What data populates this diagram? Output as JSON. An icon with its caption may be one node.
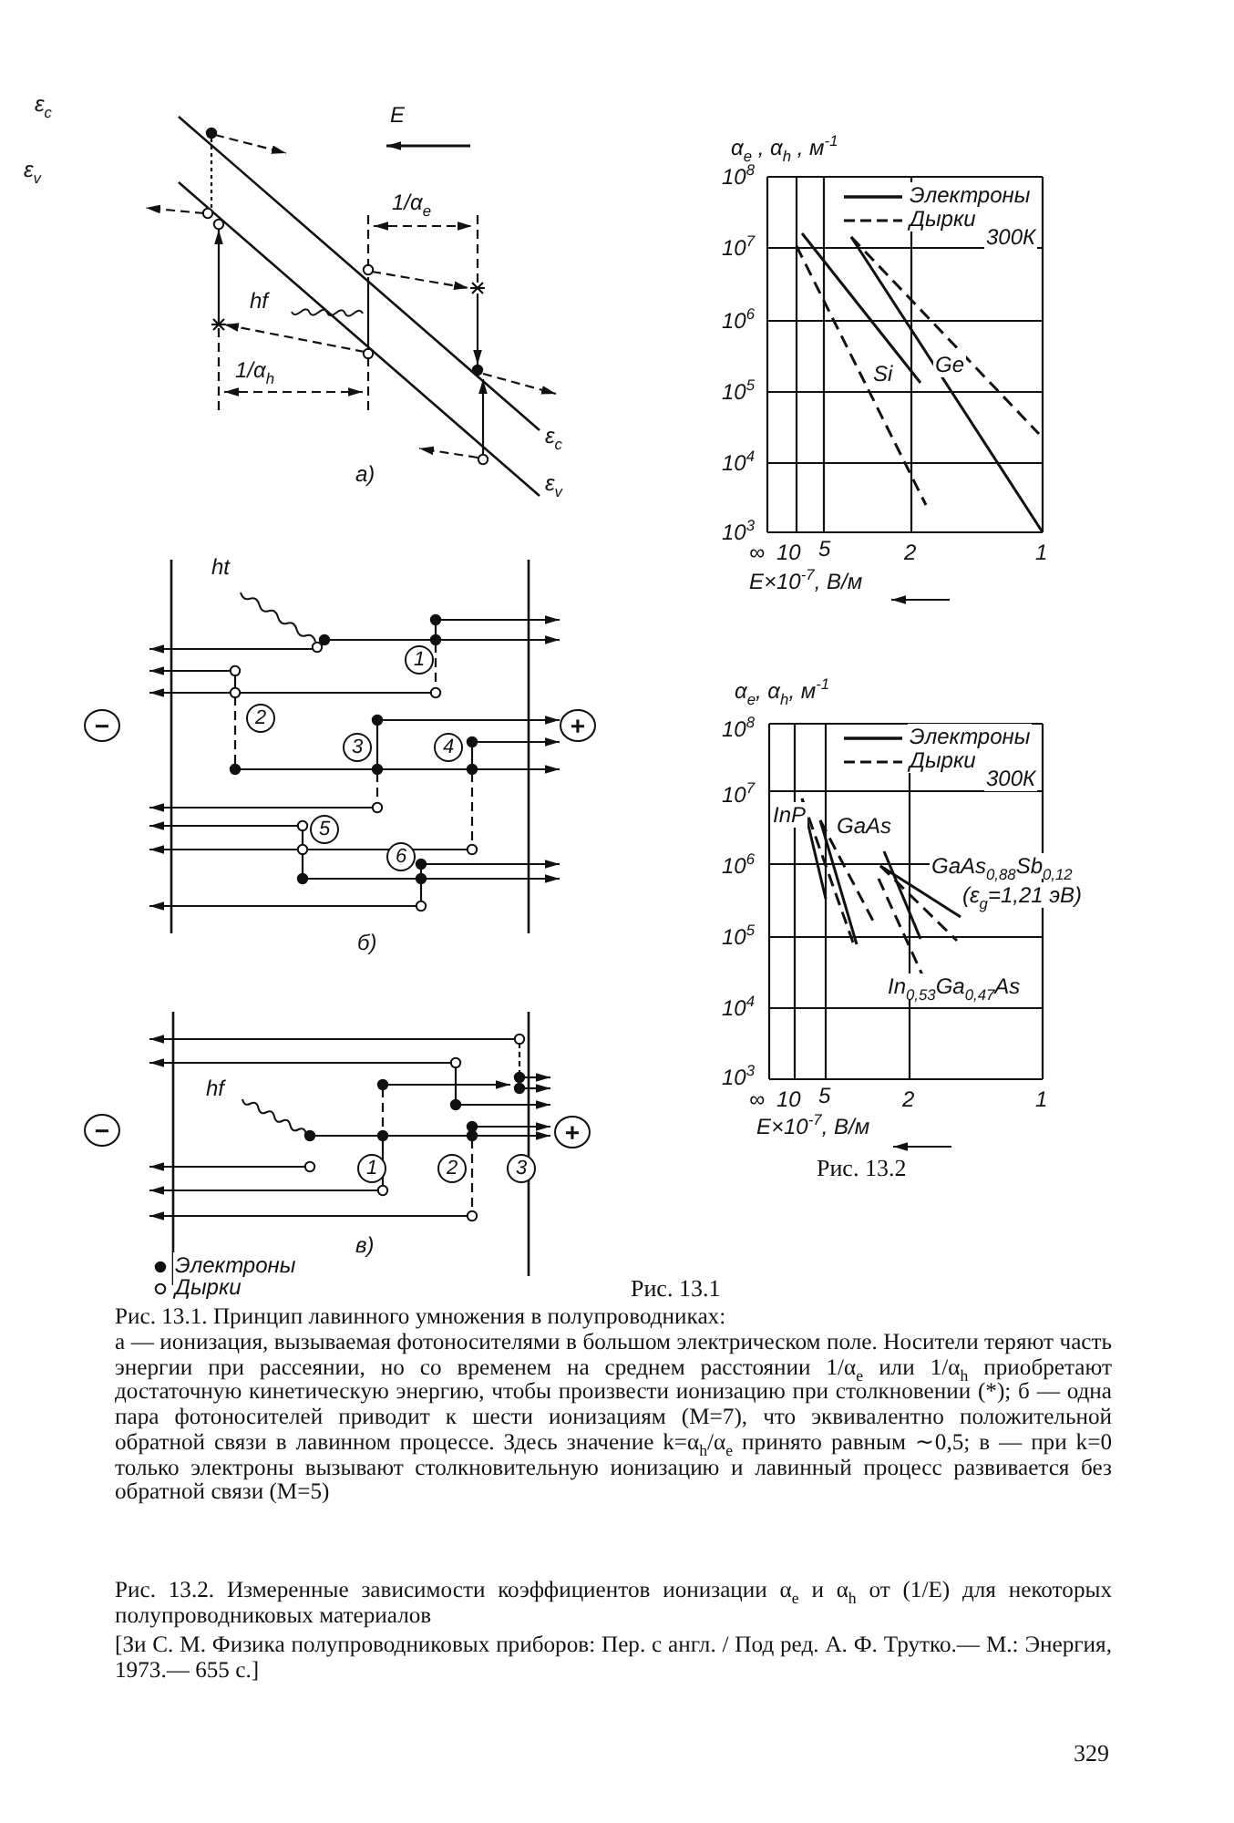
{
  "diagram": {
    "labels": [
      "ε$_{c}$",
      "E",
      "ε$_{v}$",
      "1/α$_{e}$",
      "hf",
      "1/α$_{h}$",
      "ε$_{c}$",
      "ε$_{v}$",
      "а)",
      "α$_{e}$ , α$_{h}$ , м$^{-1}$",
      "10$^{8}$",
      "10$^{7}$",
      "10$^{6}$",
      "10$^{5}$",
      "10$^{4}$",
      "10$^{3}$",
      "300К",
      "Si",
      "Ge",
      "∞",
      "10",
      "5",
      "2",
      "1",
      "E×10$^{-7}$, В/м",
      "ht",
      "−",
      "+",
      "1",
      "2",
      "3",
      "4",
      "5",
      "6",
      "б)",
      "hf",
      "−",
      "+",
      "1",
      "2",
      "3",
      "в)",
      "α$_{e}$, α$_{h}$, м$^{-1}$",
      "10$^{8}$",
      "10$^{7}$",
      "10$^{6}$",
      "10$^{5}$",
      "10$^{4}$",
      "10$^{3}$",
      "300К",
      "InP",
      "GaAs",
      "GaAs$_{0,88}$Sb$_{0,12}$",
      "(ε$_{g}$=1,21 эВ)",
      "In$_{0,53}$Ga$_{0,47}$As",
      "∞",
      "10",
      "5",
      "2",
      "1",
      "E×10$^{-7}$, В/м",
      "Рис. 13.2",
      "Рис. 13.1",
      "Рис. 13.1. Принцип лавинного умножения в полупроводниках:",
      "а — ионизация, вызываемая фотоносителями в большом электрическом поле. Носители теряют часть энергии при рассеянии, но со временем на среднем расстоянии 1/α$_{e}$ или 1/α$_{h}$ приобретают достаточную кинетическую энергию, чтобы произвести ионизацию при столкновении (*); б — одна пара фотоносителей приводит к шести ионизациям (M=7), что эквивалентно положительной обратной связи в лавинном процессе. Здесь значение k=α$_{h}$/α$_{e}$ принято равным ∼0,5; в — при k=0 только электроны вызывают столкновительную ионизацию и лавинный процесс развивается без обратной связи (M=5)",
      "Рис. 13.2. Измеренные зависимости коэффициентов ионизации α$_{e}$ и α$_{h}$ от (1/E) для некоторых полупроводниковых материалов",
      "[Зи С. М. Физика полупроводниковых приборов: Пер. с англ. / Под ред. А. Ф. Трутко.— М.: Энергия, 1973.— 655 с.]",
      "329"
    ],
    "legend": [
      {
        "text": "Электроны"
      },
      {
        "text": "Дырки"
      },
      {
        "text": "Электроны"
      },
      {
        "text": "Дырки"
      },
      {
        "text": "Электроны"
      },
      {
        "text": "Дырки"
      }
    ]
  }
}
